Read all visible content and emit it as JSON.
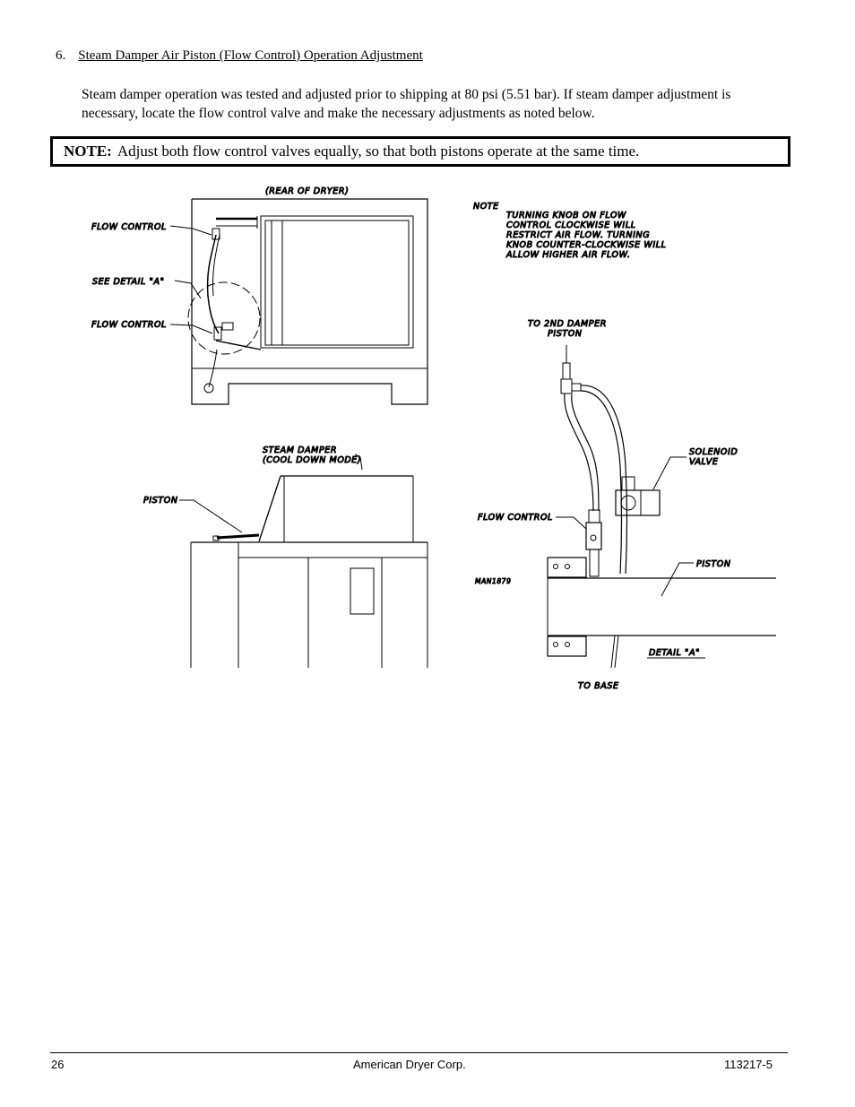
{
  "section": {
    "number": "6.",
    "title": "Steam Damper Air Piston (Flow Control) Operation Adjustment",
    "body": "Steam damper operation was tested and adjusted prior to shipping at 80 psi (5.51 bar).  If steam damper adjustment is necessary, locate the flow control valve and make the necessary adjustments as noted below."
  },
  "note": {
    "label": "NOTE:",
    "text": "Adjust both flow control valves equally, so that both pistons operate at the same time."
  },
  "figure": {
    "rear_label": "(REAR OF DRYER)",
    "flow_control_1": "FLOW CONTROL",
    "see_detail": "SEE DETAIL \"A\"",
    "flow_control_2": "FLOW CONTROL",
    "note_head": "NOTE",
    "note_lines": [
      "TURNING KNOB ON FLOW",
      "CONTROL CLOCKWISE WILL",
      "RESTRICT AIR FLOW. TURNING",
      "KNOB COUNTER-CLOCKWISE WILL",
      "ALLOW HIGHER AIR FLOW."
    ],
    "to_2nd_line1": "TO 2ND DAMPER",
    "to_2nd_line2": "PISTON",
    "solenoid_line1": "SOLENOID",
    "solenoid_line2": "VALVE",
    "flow_control_detail": "FLOW CONTROL",
    "piston_detail": "PISTON",
    "man_code": "MAN1879",
    "detail_a": "DETAIL \"A\"",
    "to_base": "TO BASE",
    "steam_damper_line1": "STEAM DAMPER",
    "steam_damper_line2": "(COOL DOWN MODE)",
    "piston_lower": "PISTON"
  },
  "footer": {
    "page": "26",
    "company": "American Dryer Corp.",
    "doc_number": "113217-5"
  }
}
